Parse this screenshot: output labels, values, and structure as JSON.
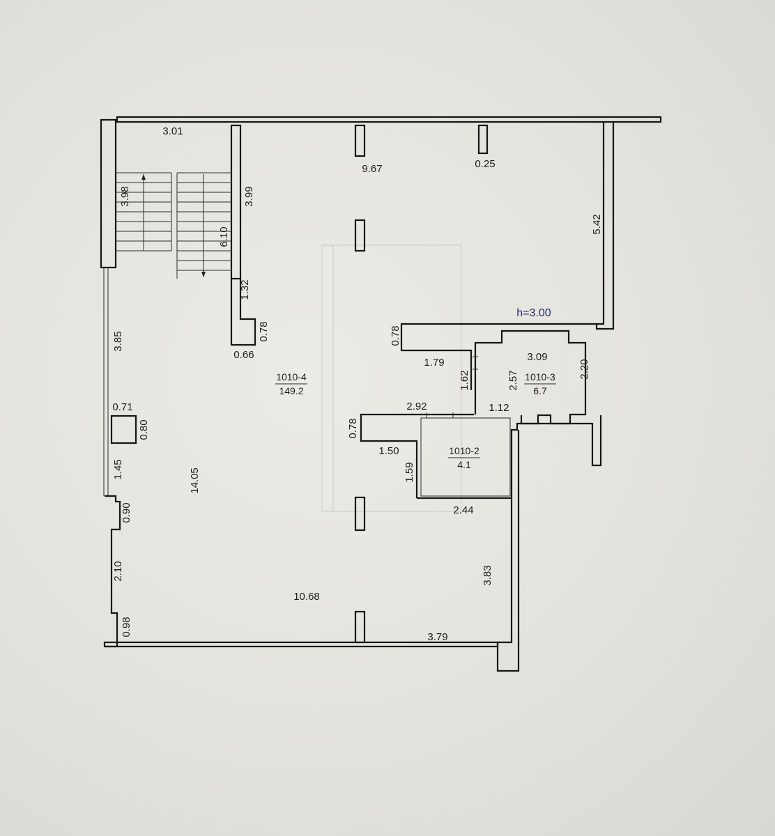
{
  "plan": {
    "ceiling_height": "h=3.00",
    "rooms": [
      {
        "id": "room-1010-4",
        "number": "1010-4",
        "area": "149.2"
      },
      {
        "id": "room-1010-3",
        "number": "1010-3",
        "area": "6.7"
      },
      {
        "id": "room-1010-2",
        "number": "1010-2",
        "area": "4.1"
      }
    ],
    "dimensions": {
      "d_3_01": "3.01",
      "d_3_98": "3.98",
      "d_3_99": "3.99",
      "d_6_10": "6.10",
      "d_9_67": "9.67",
      "d_0_25": "0.25",
      "d_5_42": "5.42",
      "d_1_32": "1.32",
      "d_0_78_a": "0.78",
      "d_0_66": "0.66",
      "d_3_85": "3.85",
      "d_0_78_b": "0.78",
      "d_1_79": "1.79",
      "d_1_62": "1.62",
      "d_2_57": "2.57",
      "d_3_09": "3.09",
      "d_2_20": "2.20",
      "d_1_12": "1.12",
      "d_2_92": "2.92",
      "d_0_71": "0.71",
      "d_0_80": "0.80",
      "d_0_78_c": "0.78",
      "d_1_50": "1.50",
      "d_1_59": "1.59",
      "d_1_45": "1.45",
      "d_14_05": "14.05",
      "d_0_90": "0.90",
      "d_2_44": "2.44",
      "d_2_10": "2.10",
      "d_3_83": "3.83",
      "d_10_68": "10.68",
      "d_0_98": "0.98",
      "d_3_79": "3.79"
    }
  }
}
